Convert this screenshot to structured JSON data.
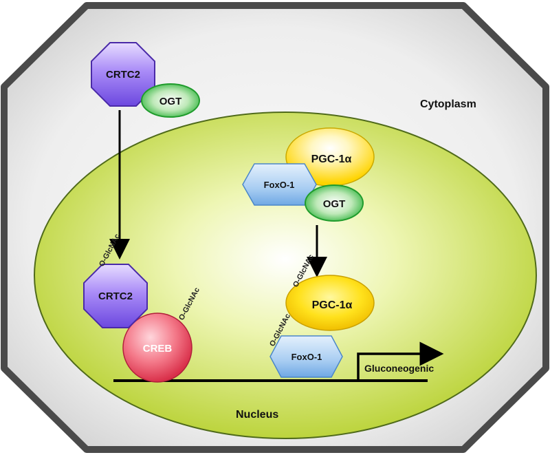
{
  "regions": {
    "cytoplasm": "Cytoplasm",
    "nucleus": "Nucleus"
  },
  "proteins": {
    "crtc2_top": "CRTC2",
    "ogt_top": "OGT",
    "pgc_top": "PGC-1α",
    "foxo_top": "FoxO-1",
    "ogt_mid": "OGT",
    "crtc2_bottom": "CRTC2",
    "creb": "CREB",
    "pgc_bottom": "PGC-1α",
    "foxo_bottom": "FoxO-1"
  },
  "modifications": {
    "crtc2": "O-GlcNAc",
    "creb": "O-GlcNAc",
    "pgc": "O-GlcNAc",
    "foxo": "O-GlcNAc"
  },
  "gene": {
    "label": "Gluconeogenic"
  },
  "colors": {
    "cell_border": "#4a4a4a",
    "cytoplasm_fill": "#f2f2f2",
    "nucleus_fill": "#d9ea7a",
    "crtc2": "#8d6cf0",
    "ogt": "#3fb94a",
    "pgc": "#ffd400",
    "foxo": "#7eb6ea",
    "creb": "#ee5a6e"
  }
}
